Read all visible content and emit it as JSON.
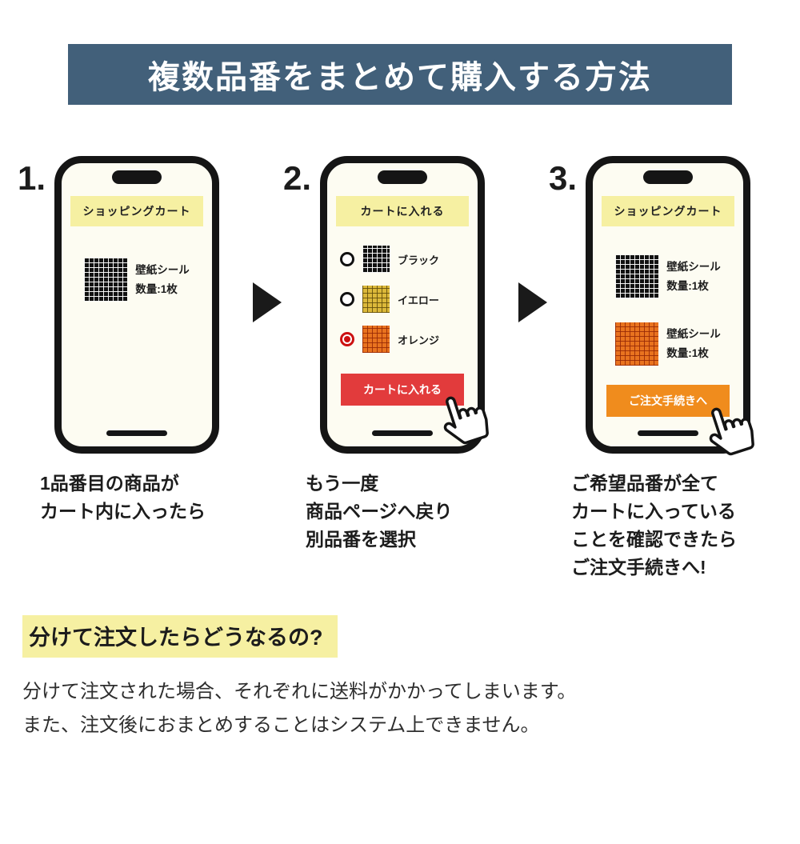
{
  "header": {
    "title": "複数品番をまとめて購入する方法",
    "bg_color": "#42607a"
  },
  "steps": [
    {
      "number": "1.",
      "phone": {
        "banner": "ショッピングカート",
        "items": [
          {
            "swatch": "black",
            "name": "壁紙シール",
            "qty": "数量:1枚"
          }
        ]
      },
      "caption": [
        "1品番目の商品が",
        "カート内に入ったら"
      ]
    },
    {
      "number": "2.",
      "phone": {
        "banner": "カートに入れる",
        "options": [
          {
            "swatch": "black",
            "label": "ブラック",
            "selected": false
          },
          {
            "swatch": "yellow",
            "label": "イエロー",
            "selected": false
          },
          {
            "swatch": "orange",
            "label": "オレンジ",
            "selected": true
          }
        ],
        "button_label": "カートに入れる",
        "button_color": "#e23b3c"
      },
      "caption": [
        "もう一度",
        "商品ページへ戻り",
        "別品番を選択"
      ]
    },
    {
      "number": "3.",
      "phone": {
        "banner": "ショッピングカート",
        "items": [
          {
            "swatch": "black",
            "name": "壁紙シール",
            "qty": "数量:1枚"
          },
          {
            "swatch": "orange",
            "name": "壁紙シール",
            "qty": "数量:1枚"
          }
        ],
        "button_label": "ご注文手続きへ",
        "button_color": "#f08c1d"
      },
      "caption": [
        "ご希望品番が全て",
        "カートに入っている",
        "ことを確認できたら",
        "ご注文手続きへ!"
      ]
    }
  ],
  "faq": {
    "heading": "分けて注文したらどうなるの?",
    "highlight_color": "#f6f0a2",
    "body": [
      "分けて注文された場合、それぞれに送料がかかってしまいます。",
      "また、注文後におまとめすることはシステム上できません。"
    ]
  },
  "colors": {
    "banner_yellow": "#f6f0a2",
    "swatch_black": "#111111",
    "swatch_yellow": "#dcb93a",
    "swatch_orange": "#e9731f",
    "radio_selected": "#cc1111"
  },
  "icons": {
    "hand_cursor": "pointing-hand-cursor",
    "step_arrow": "right-triangle-arrow"
  }
}
